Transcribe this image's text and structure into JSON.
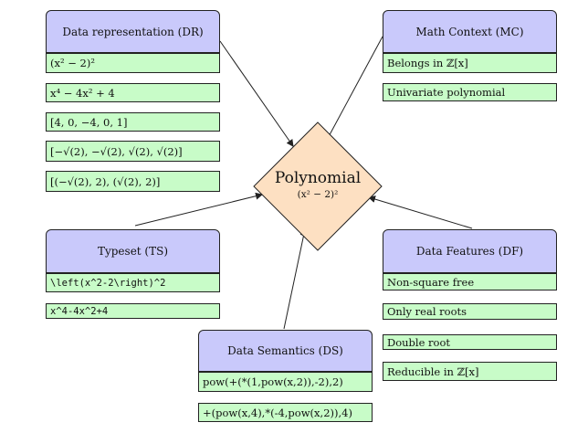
{
  "center": {
    "title": "Polynomial",
    "subtitle": "(x² − 2)²"
  },
  "groups": {
    "dr": {
      "title": "Data representation (DR)",
      "items": [
        "(x² − 2)²",
        "x⁴ − 4x² + 4",
        "[4, 0, −4, 0, 1]",
        "[−√(2), −√(2), √(2), √(2)]",
        "[(−√(2), 2), (√(2), 2)]"
      ]
    },
    "mc": {
      "title": "Math Context (MC)",
      "items": [
        "Belongs in ℤ[x]",
        "Univariate polynomial"
      ]
    },
    "ts": {
      "title": "Typeset (TS)",
      "items": [
        "\\left(x^2-2\\right)^2",
        "x^4-4x^2+4"
      ]
    },
    "ds": {
      "title": "Data Semantics (DS)",
      "items": [
        "pow(+(*(1,pow(x,2)),-2),2)",
        "+(pow(x,4),*(-4,pow(x,2)),4)"
      ]
    },
    "df": {
      "title": "Data Features (DF)",
      "items": [
        "Non-square free",
        "Only real roots",
        "Double root",
        "Reducible in ℤ[x]"
      ]
    }
  },
  "colors": {
    "header": "#c9c9fb",
    "item": "#c8fcc8",
    "center": "#fde0c2",
    "line": "#222222"
  }
}
